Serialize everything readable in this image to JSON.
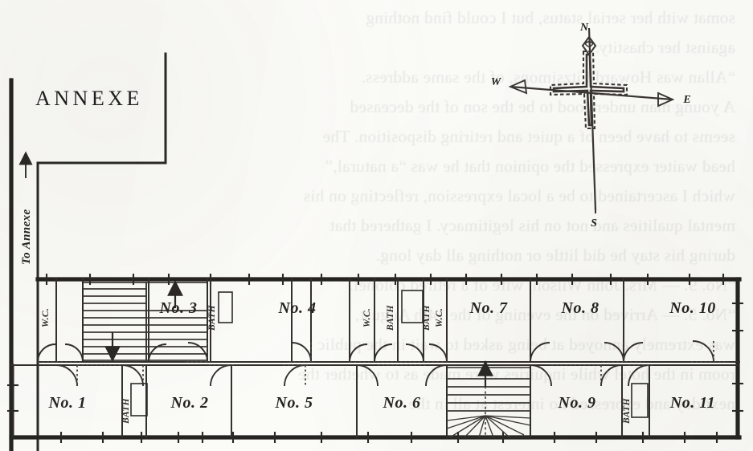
{
  "document": {
    "type": "scanned-book-page",
    "figure_title": "ANNEXE",
    "corridor_label": "To Annexe",
    "corridor_arrow": "→"
  },
  "compass": {
    "north": "N",
    "south": "S",
    "east": "E",
    "west": "W"
  },
  "plan": {
    "upper_row": [
      {
        "label": "W.C.",
        "kind": "wc",
        "orient": "vertical"
      },
      {
        "label": "",
        "kind": "stair-down",
        "arrow": "↓"
      },
      {
        "label": "",
        "kind": "stair-up",
        "arrow": "↑"
      },
      {
        "label": "No. 3",
        "kind": "room",
        "orient": "horizontal"
      },
      {
        "label": "BATH",
        "kind": "bath",
        "orient": "vertical"
      },
      {
        "label": "No. 4",
        "kind": "room",
        "orient": "horizontal"
      },
      {
        "label": "W.C.",
        "kind": "wc",
        "orient": "vertical"
      },
      {
        "label": "BATH",
        "kind": "bath",
        "orient": "vertical"
      },
      {
        "label": "BATH",
        "kind": "bath",
        "orient": "vertical"
      },
      {
        "label": "W.C.",
        "kind": "wc",
        "orient": "vertical"
      },
      {
        "label": "No. 7",
        "kind": "room",
        "orient": "horizontal"
      },
      {
        "label": "No. 8",
        "kind": "room",
        "orient": "horizontal"
      },
      {
        "label": "No. 10",
        "kind": "room",
        "orient": "horizontal"
      }
    ],
    "lower_row": [
      {
        "label": "No. 1",
        "kind": "room",
        "orient": "horizontal"
      },
      {
        "label": "BATH",
        "kind": "bath",
        "orient": "vertical"
      },
      {
        "label": "No. 2",
        "kind": "room",
        "orient": "horizontal"
      },
      {
        "label": "No. 5",
        "kind": "room",
        "orient": "horizontal"
      },
      {
        "label": "No. 6",
        "kind": "room",
        "orient": "horizontal"
      },
      {
        "label": "",
        "kind": "stair-winder",
        "arrow": "↑"
      },
      {
        "label": "No. 9",
        "kind": "room",
        "orient": "horizontal"
      },
      {
        "label": "BATH",
        "kind": "bath",
        "orient": "vertical"
      },
      {
        "label": "No. 11",
        "kind": "room",
        "orient": "horizontal"
      }
    ],
    "room_labels": {
      "r1": "No. 1",
      "r2": "No. 2",
      "r3": "No. 3",
      "r4": "No. 4",
      "r5": "No. 5",
      "r6": "No. 6",
      "r7": "No. 7",
      "r8": "No. 8",
      "r9": "No. 9",
      "r10": "No. 10",
      "r11": "No. 11"
    },
    "service_labels": {
      "wc_a": "W.C.",
      "wc_b": "W.C.",
      "wc_c": "W.C.",
      "bath_1": "BATH",
      "bath_2": "BATH",
      "bath_3": "BATH",
      "bath_4": "BATH",
      "bath_5": "BATH"
    },
    "stair_arrows": {
      "upper_down": "↓",
      "upper_up": "↑",
      "lower_up": "↑"
    }
  },
  "colors": {
    "ink": "#2b2926",
    "paper": "#fbfbf8",
    "bleed_text": "#2b2b2b"
  },
  "bleed_text": {
    "lines": [
      "somat with her serial status, but I could find nothing",
      "against her chastity.",
      "“Allan was Howard Fitzsimons, of the same address.",
      "A young man understood to be the son of the deceased",
      "seems to have been of a quiet and retiring disposition. The",
      "head waiter expressed the opinion that he was “a natural,”",
      "which I ascertained to be a local expression, reflecting on his",
      "mental qualities and not on his legitimacy. I gathered that",
      "during his stay he did little or nothing all day long.",
      "“No. 9. — Mrs. John Wilson, wife of a retired colonel.",
      "“No. 5. — Arrived on the evening of the 14th August,",
      "was extremely annoyed at being asked to wait in the public",
      "room in the hotel while inquiries were made as to whether the",
      "next day and expressed no interest at all in the"
    ]
  }
}
